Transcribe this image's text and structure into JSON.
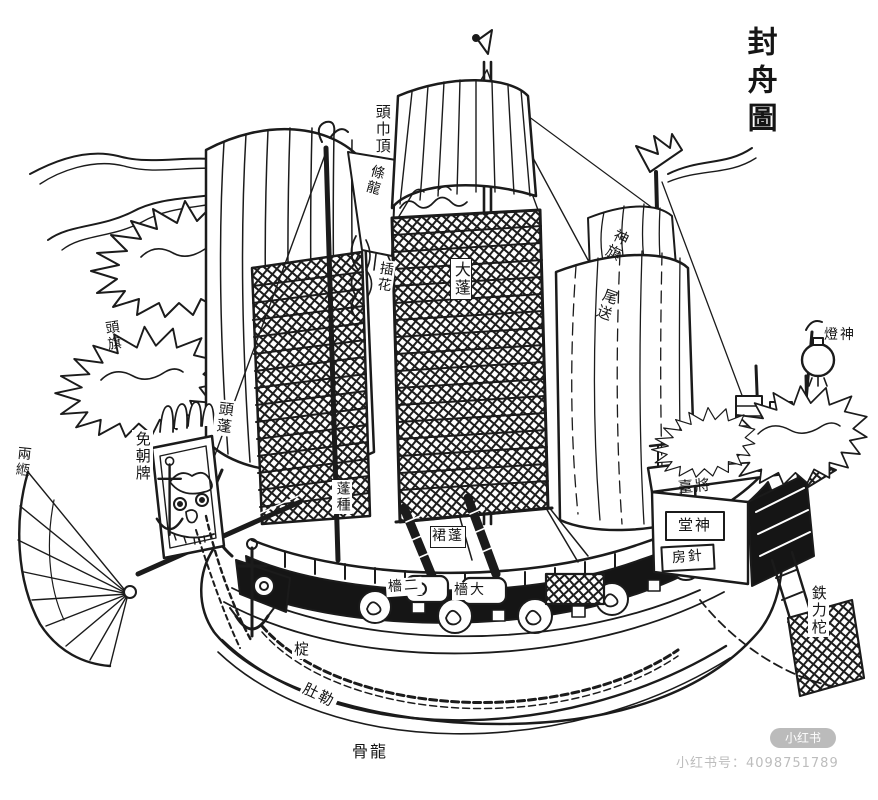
{
  "page": {
    "title": "封舟圖"
  },
  "ship_labels": {
    "toujinding": "頭巾頂",
    "tiaolong": "條龍",
    "chahua": "插花",
    "dapeng": "大蓬",
    "shenqi": "神旗",
    "weisong": "尾送",
    "shendeng": "燈神",
    "touqi": "頭旗",
    "toupeng": "頭蓬",
    "mianchaopai": "免朝牌",
    "lianggeng": "兩緪",
    "pengzhong": "蓬種",
    "pengqun": "裙蓬",
    "jiangtai": "臺將",
    "shentang": "堂神",
    "zhenfang": "房針",
    "tielituo": "鉄力柁",
    "erqiang": "檣二",
    "daqiang": "檣大",
    "ding": "椗",
    "ledu": "肚勒",
    "longgu": "骨龍"
  },
  "watermark": {
    "logo": "小红书",
    "id_line": "小红书号：4098751789"
  },
  "colors": {
    "ink": "#1b1b1b",
    "paper": "#ffffff",
    "watermark_gray": "#bdbdbd"
  }
}
